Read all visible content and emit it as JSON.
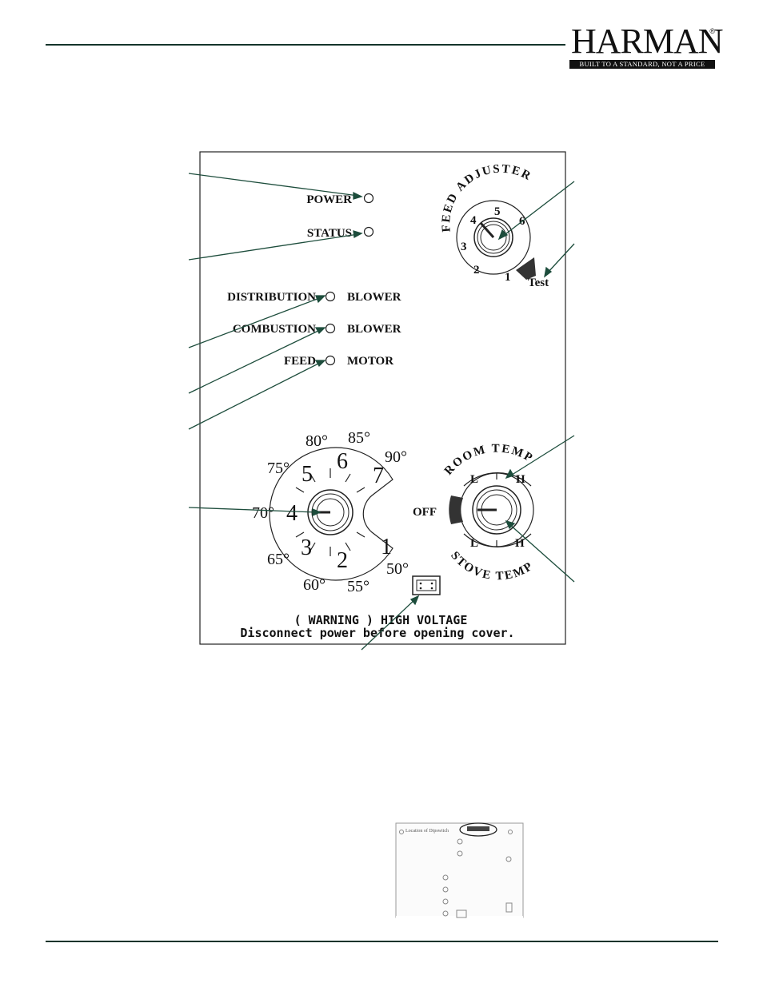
{
  "brand": {
    "name": "HARMAN",
    "registered": "®",
    "tagline": "BUILT TO A STANDARD, NOT A PRICE"
  },
  "panel": {
    "indicators": {
      "power": "POWER",
      "status": "STATUS",
      "distribution": "DISTRIBUTION",
      "combustion": "COMBUSTION",
      "feed": "FEED",
      "blower1": "BLOWER",
      "blower2": "BLOWER",
      "motor": "MOTOR"
    },
    "feed_adjuster": {
      "title": "FEED ADJUSTER",
      "settings": [
        "1",
        "2",
        "3",
        "4",
        "5",
        "6"
      ],
      "test": "Test"
    },
    "temp_dial": {
      "numbers": [
        "1",
        "2",
        "3",
        "4",
        "5",
        "6",
        "7"
      ],
      "degrees": [
        "50°",
        "55°",
        "60°",
        "65°",
        "70°",
        "75°",
        "80°",
        "85°",
        "90°"
      ]
    },
    "mode_switch": {
      "off": "OFF",
      "room_temp": "ROOM TEMP",
      "stove_temp": "STOVE TEMP",
      "room_low": "L",
      "room_high": "H",
      "stove_low": "L",
      "stove_high": "H"
    },
    "warning_line1": "( WARNING ) HIGH VOLTAGE",
    "warning_line2": "Disconnect power before opening cover."
  },
  "inset": {
    "label": "Location of Dipswitch"
  }
}
